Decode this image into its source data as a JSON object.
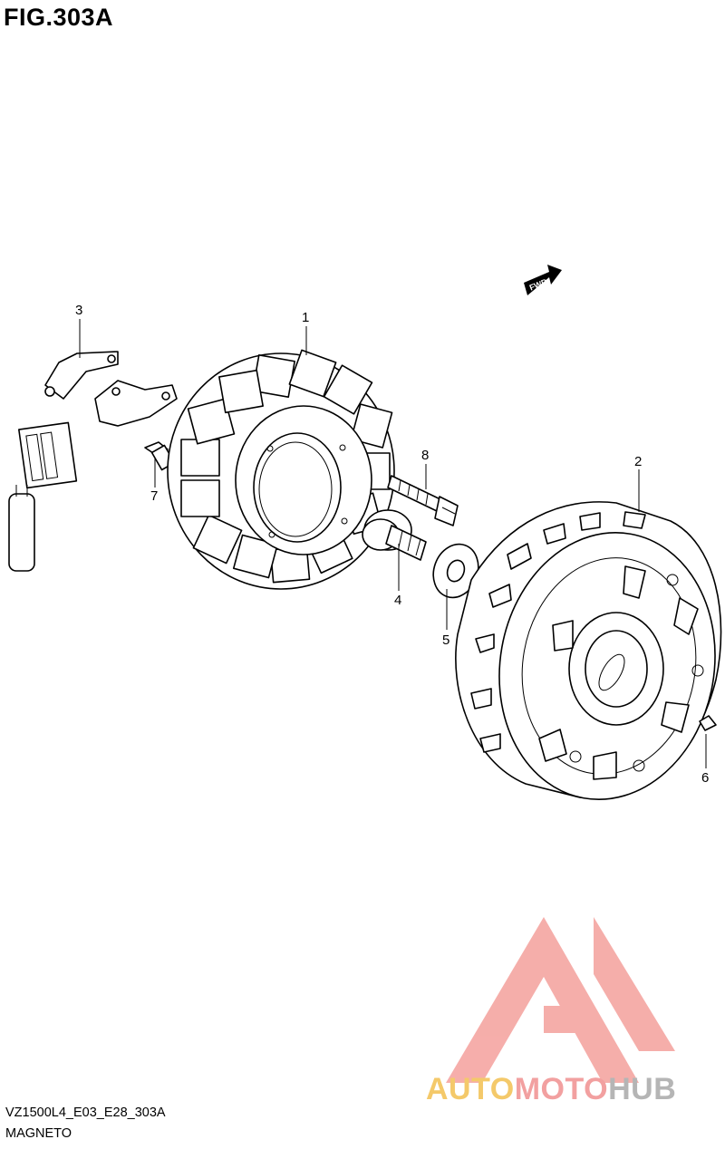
{
  "figure": {
    "title": "FIG.303A",
    "model_code": "VZ1500L4_E03_E28_303A",
    "part_name": "MAGNETO",
    "fwd_label": "FWD"
  },
  "callouts": [
    {
      "id": "1",
      "label": "1"
    },
    {
      "id": "2",
      "label": "2"
    },
    {
      "id": "3",
      "label": "3"
    },
    {
      "id": "4",
      "label": "4"
    },
    {
      "id": "5",
      "label": "5"
    },
    {
      "id": "6",
      "label": "6"
    },
    {
      "id": "7",
      "label": "7"
    },
    {
      "id": "8",
      "label": "8"
    }
  ],
  "watermark": {
    "part_a": "AUTO",
    "part_b": "MOTO",
    "part_c": "HUB",
    "colors": {
      "auto": "#f4c96a",
      "moto": "#f2a0a0",
      "hub": "#b5b5b5",
      "logo": "#f4a09c"
    }
  }
}
